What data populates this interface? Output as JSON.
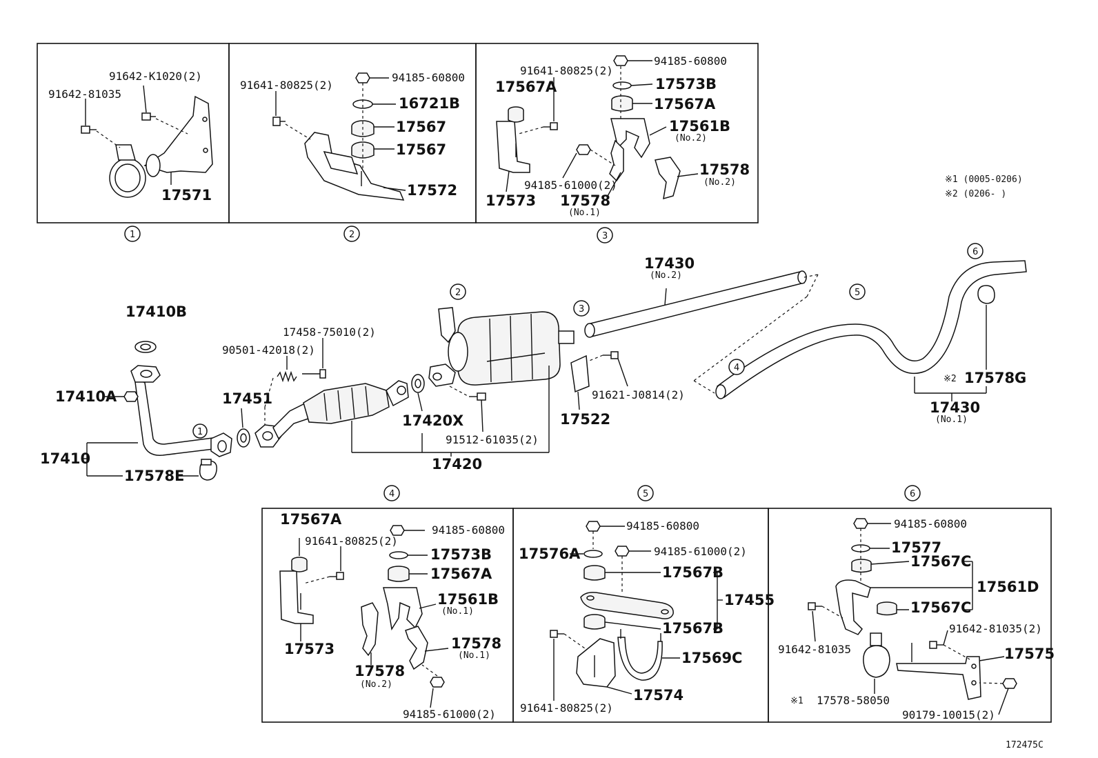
{
  "legend": {
    "note1": "※1 (0005-0206)",
    "note2": "※2 (0206-      )"
  },
  "footer_code": "172475C",
  "circle_labels": {
    "c1": "1",
    "c2": "2",
    "c3": "3",
    "c4": "4",
    "c5": "5",
    "c6": "6"
  },
  "box1": {
    "p_91642_k1020": "91642-K1020(2)",
    "p_91642_81035": "91642-81035",
    "p_17571": "17571",
    "caption": "1"
  },
  "box2": {
    "p_91641_80825": "91641-80825(2)",
    "p_94185_60800": "94185-60800",
    "p_16721b": "16721B",
    "p_17567_a": "17567",
    "p_17567_b": "17567",
    "p_17572": "17572",
    "caption": "2"
  },
  "box3": {
    "p_94185_60800": "94185-60800",
    "p_91641_80825": "91641-80825(2)",
    "p_17573b": "17573B",
    "p_17567a_left": "17567A",
    "p_17567a_right": "17567A",
    "p_17561b": "17561B",
    "p_17561b_sub": "(No.2)",
    "p_17578_no2": "17578",
    "p_17578_no2_sub": "(No.2)",
    "p_94185_61000": "94185-61000(2)",
    "p_17573": "17573",
    "p_17578_no1": "17578",
    "p_17578_no1_sub": "(No.1)",
    "caption": "3"
  },
  "main": {
    "p_17410b": "17410B",
    "p_17410a": "17410A",
    "p_17410": "17410",
    "p_17578e": "17578E",
    "p_17451": "17451",
    "p_90501": "90501-42018(2)",
    "p_17458": "17458-75010(2)",
    "p_17420x": "17420X",
    "p_91512": "91512-61035(2)",
    "p_17420": "17420",
    "p_17522": "17522",
    "p_91621": "91621-J0814(2)",
    "p_17430_no2": "17430",
    "p_17430_no2_sub": "(No.2)",
    "p_17430_no1": "17430",
    "p_17430_no1_sub": "(No.1)",
    "p_17578g": "17578G",
    "p_17578g_mark": "※2"
  },
  "box4": {
    "p_17567a": "17567A",
    "p_91641_80825": "91641-80825(2)",
    "p_94185_60800": "94185-60800",
    "p_17573b": "17573B",
    "p_17567a_right": "17567A",
    "p_17561b": "17561B",
    "p_17561b_sub": "(No.1)",
    "p_17578_no1": "17578",
    "p_17578_no1_sub": "(No.1)",
    "p_17573": "17573",
    "p_17578_no2": "17578",
    "p_17578_no2_sub": "(No.2)",
    "p_94185_61000": "94185-61000(2)",
    "caption": "4"
  },
  "box5": {
    "p_94185_60800": "94185-60800",
    "p_17576a": "17576A",
    "p_94185_61000": "94185-61000(2)",
    "p_17567b_top": "17567B",
    "p_17455": "17455",
    "p_17567b_bot": "17567B",
    "p_17569c": "17569C",
    "p_17574": "17574",
    "p_91641_80825": "91641-80825(2)",
    "caption": "5"
  },
  "box6": {
    "p_94185_60800": "94185-60800",
    "p_17577": "17577",
    "p_17567c_top": "17567C",
    "p_17561d": "17561D",
    "p_17567c_bot": "17567C",
    "p_91642_81035": "91642-81035",
    "p_91642_81035_2": "91642-81035(2)",
    "p_17575": "17575",
    "p_17578_58050": "17578-58050",
    "p_17578_58050_mark": "※1",
    "p_90179": "90179-10015(2)",
    "caption": "6"
  }
}
